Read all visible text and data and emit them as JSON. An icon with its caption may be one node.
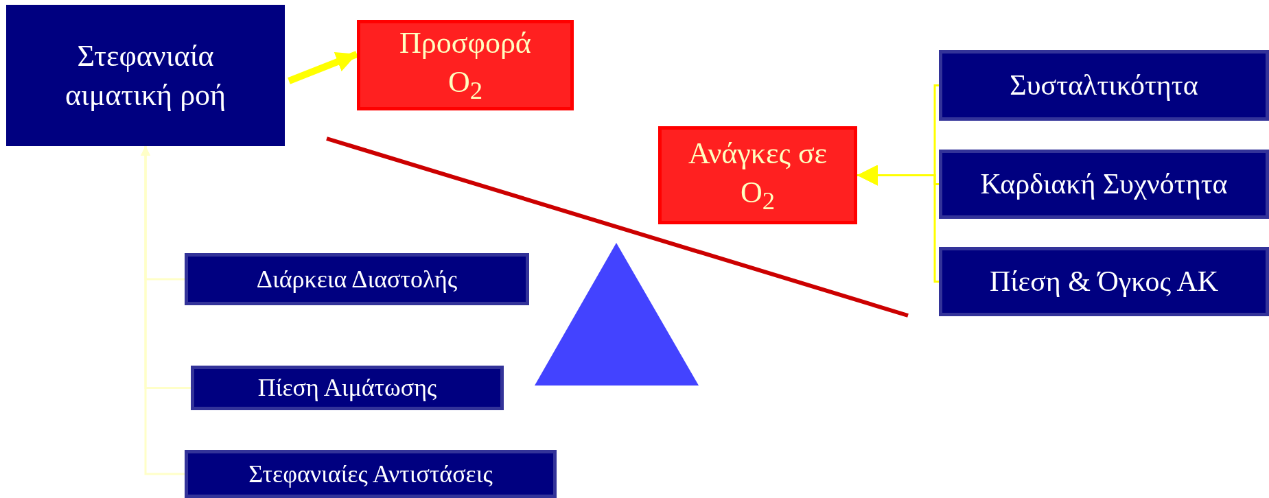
{
  "diagram": {
    "nodes": [
      {
        "text": [
          "Στεφανιαία αιματική ροή"
        ]
      },
      {
        "text": [
          "Προσφορά O$_{2}$"
        ]
      },
      {
        "text": [
          "Ανάγκες σε O$_{2}$"
        ]
      },
      {
        "text": [
          "Συσταλτικότητα"
        ]
      },
      {
        "text": [
          "Καρδιακή Συχνότητα"
        ]
      },
      {
        "text": [
          "Πίεση & Όγκος ΑΚ"
        ]
      },
      {
        "text": [
          "Διάρκεια Διαστολής"
        ]
      },
      {
        "text": [
          "Πίεση Αιμάτωσης"
        ]
      },
      {
        "text": [
          "Στεφανιαίες Αντιστάσεις"
        ]
      }
    ],
    "edges": [
      {
        "from": 0,
        "to": 1,
        "arrow": "to",
        "style": "thick"
      },
      {
        "from": 6,
        "to": 0,
        "arrow": "to",
        "color": "#ffffc8"
      },
      {
        "from": 7,
        "to": 0,
        "arrow": "to",
        "color": "#ffffc8"
      },
      {
        "from": 8,
        "to": 0,
        "arrow": "to",
        "color": "#ffffc8"
      },
      {
        "from": 3,
        "to": 2,
        "arrow": "to"
      },
      {
        "from": 4,
        "to": 2,
        "arrow": "to"
      },
      {
        "from": 5,
        "to": 2,
        "arrow": "to"
      }
    ]
  }
}
